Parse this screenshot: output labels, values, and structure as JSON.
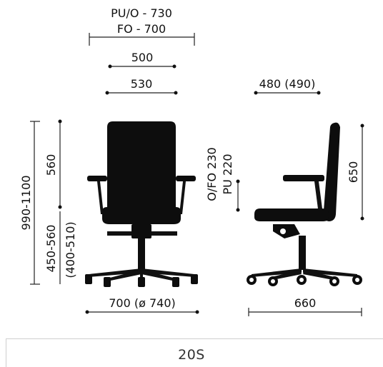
{
  "dimensions": {
    "top_width_pu": "PU/O - 730",
    "top_width_fo": "FO - 700",
    "seat_width": "500",
    "back_width": "530",
    "seat_depth_side": "480 (490)",
    "total_height": "990-1100",
    "back_height": "560",
    "seat_height": "450-560",
    "seat_height_alt": "(400-510)",
    "armrest_height_ofo": "O/FO 230",
    "armrest_height_pu": "PU 220",
    "side_height": "650",
    "base_diameter": "700 (ø 740)",
    "side_depth": "660"
  },
  "model": "20S",
  "colors": {
    "ink": "#111111",
    "line": "#222222",
    "caption": "#333333",
    "border": "#cfcfcf"
  }
}
